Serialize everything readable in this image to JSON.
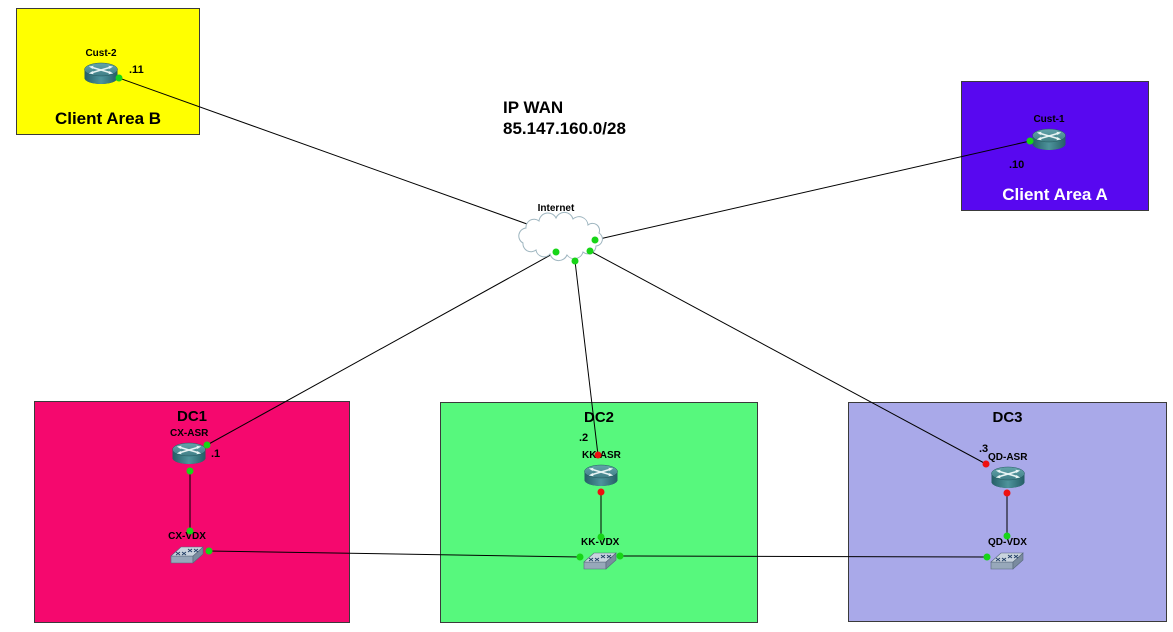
{
  "diagram": {
    "wan": {
      "title": "IP WAN",
      "subnet": "85.147.160.0/28"
    },
    "internet_cloud": {
      "label": "Internet"
    },
    "areas": {
      "client_b": {
        "label": "Client Area B",
        "color": "#FFFF00",
        "text_color": "#000000"
      },
      "client_a": {
        "label": "Client Area A",
        "color": "#5808F0",
        "text_color": "#FFFFFF"
      },
      "dc1": {
        "label": "DC1",
        "color": "#F5086E",
        "text_color": "#000000"
      },
      "dc2": {
        "label": "DC2",
        "color": "#57F87D",
        "text_color": "#000000"
      },
      "dc3": {
        "label": "DC3",
        "color": "#A9A9E9",
        "text_color": "#000000"
      }
    },
    "devices": {
      "cust2": {
        "name": "Cust-2",
        "type": "router",
        "ip_label": ".11"
      },
      "cust1": {
        "name": "Cust-1",
        "type": "router",
        "ip_label": ".10"
      },
      "cx_asr": {
        "name": "CX-ASR",
        "type": "router",
        "ip_label": ".1"
      },
      "kk_asr": {
        "name": "KK-ASR",
        "type": "router",
        "ip_label": ".2"
      },
      "qd_asr": {
        "name": "QD-ASR",
        "type": "router",
        "ip_label": ".3"
      },
      "cx_vdx": {
        "name": "CX-VDX",
        "type": "switch"
      },
      "kk_vdx": {
        "name": "KK-VDX",
        "type": "switch"
      },
      "qd_vdx": {
        "name": "QD-VDX",
        "type": "switch"
      }
    },
    "links": [
      {
        "from": "Cust-2",
        "to": "Internet",
        "from_status": "up",
        "to_status": "up"
      },
      {
        "from": "Cust-1",
        "to": "Internet",
        "from_status": "up",
        "to_status": "up"
      },
      {
        "from": "CX-ASR",
        "to": "Internet",
        "from_status": "up",
        "to_status": "up"
      },
      {
        "from": "KK-ASR",
        "to": "Internet",
        "from_status": "down",
        "to_status": "up"
      },
      {
        "from": "QD-ASR",
        "to": "Internet",
        "from_status": "down",
        "to_status": "up"
      },
      {
        "from": "CX-ASR",
        "to": "CX-VDX",
        "from_status": "up",
        "to_status": "up"
      },
      {
        "from": "KK-ASR",
        "to": "KK-VDX",
        "from_status": "down",
        "to_status": "up"
      },
      {
        "from": "QD-ASR",
        "to": "QD-VDX",
        "from_status": "down",
        "to_status": "up"
      },
      {
        "from": "CX-VDX",
        "to": "KK-VDX",
        "from_status": "up",
        "to_status": "up"
      },
      {
        "from": "KK-VDX",
        "to": "QD-VDX",
        "from_status": "up",
        "to_status": "up"
      }
    ],
    "status_colors": {
      "up": "#17D517",
      "down": "#EE1010"
    }
  }
}
